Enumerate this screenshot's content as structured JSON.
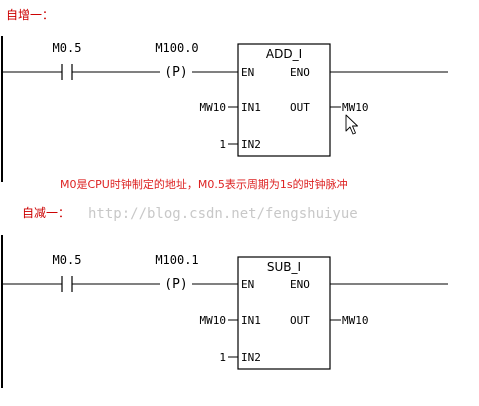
{
  "section1": {
    "title": "自增一：",
    "contact_label": "M0.5",
    "coil_label": "M100.0",
    "coil_symbol": "(P)",
    "block_name": "ADD_I",
    "pin_en": "EN",
    "pin_eno": "ENO",
    "pin_in1": "IN1",
    "pin_in2": "IN2",
    "pin_out": "OUT",
    "in1_value": "MW10",
    "in2_value": "1",
    "out_value": "MW10"
  },
  "note": "M0是CPU时钟制定的地址，M0.5表示周期为1s的时钟脉冲",
  "section2": {
    "title": "自减一：",
    "watermark": "http://blog.csdn.net/fengshuiyue",
    "contact_label": "M0.5",
    "coil_label": "M100.1",
    "coil_symbol": "(P)",
    "block_name": "SUB_I",
    "pin_en": "EN",
    "pin_eno": "ENO",
    "pin_in1": "IN1",
    "pin_in2": "IN2",
    "pin_out": "OUT",
    "in1_value": "MW10",
    "in2_value": "1",
    "out_value": "MW10"
  },
  "colors": {
    "title": "#cc0000",
    "note": "#dd2222",
    "line": "#000000",
    "watermark": "#c8c8c8"
  }
}
